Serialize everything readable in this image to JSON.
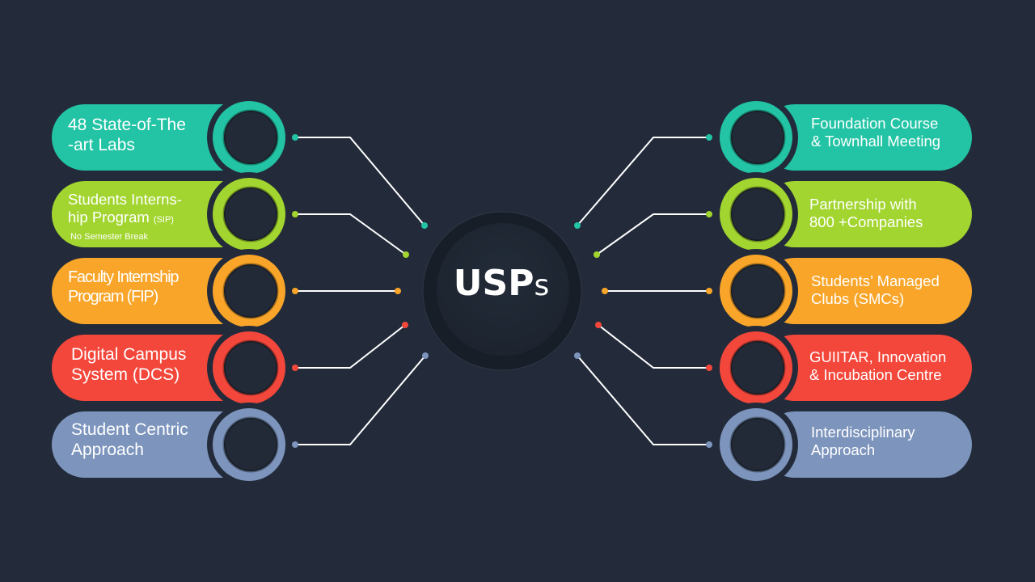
{
  "center": {
    "title_main": "USP",
    "title_suffix": "s"
  },
  "colors": {
    "background": "#232b3a",
    "teal": "#22c4a5",
    "green": "#a2d52f",
    "orange": "#f9a529",
    "red": "#f4473b",
    "blue": "#7d95bd"
  },
  "left": [
    {
      "line1": "48 State-of-The",
      "line2": "-art Labs",
      "color": "#22c4a5"
    },
    {
      "line1": "Students Interns-",
      "line2": "hip Program",
      "tag": "(SIP)",
      "note": "No Semester Break",
      "color": "#a2d52f"
    },
    {
      "line1": "Faculty Internship",
      "line2": "Program (FIP)",
      "color": "#f9a529"
    },
    {
      "line1": "Digital Campus",
      "line2": "System (DCS)",
      "color": "#f4473b"
    },
    {
      "line1": "Student Centric",
      "line2": "Approach",
      "color": "#7d95bd"
    }
  ],
  "right": [
    {
      "line1": "Foundation Course",
      "line2": "& Townhall Meeting",
      "color": "#22c4a5"
    },
    {
      "line1": "Partnership with",
      "line2": "800 +Companies",
      "color": "#a2d52f"
    },
    {
      "line1": "Students’ Managed",
      "line2": "Clubs (SMCs)",
      "color": "#f9a529"
    },
    {
      "line1": "GUIITAR, Innovation",
      "line2": "& Incubation Centre",
      "color": "#f4473b"
    },
    {
      "line1": "Interdisciplinary",
      "line2": "Approach",
      "color": "#7d95bd"
    }
  ]
}
